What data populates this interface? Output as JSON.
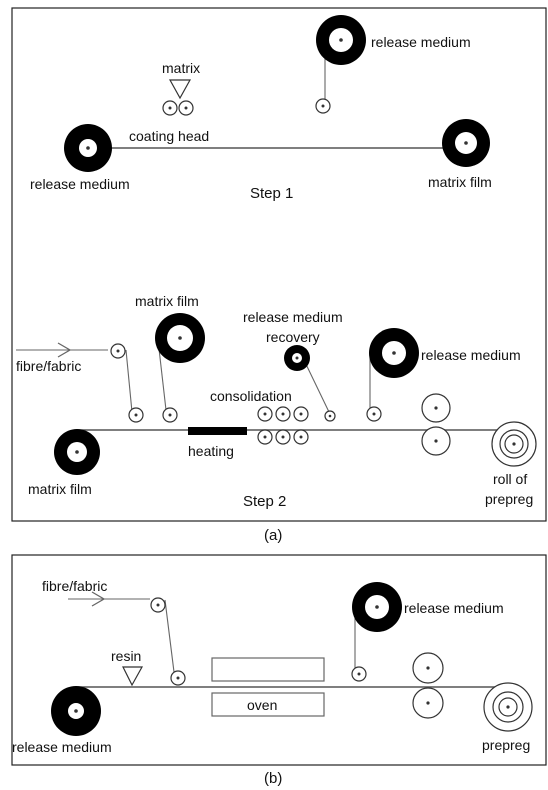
{
  "panel_a": {
    "step1": {
      "matrix": "matrix",
      "coating_head": "coating head",
      "release_medium_top": "release medium",
      "release_medium_bottom": "release medium",
      "matrix_film": "matrix film",
      "step_label": "Step 1"
    },
    "step2": {
      "fibre_fabric": "fibre/fabric",
      "matrix_film_top": "matrix film",
      "release_medium_recovery_1": "release medium",
      "release_medium_recovery_2": "recovery",
      "release_medium": "release medium",
      "consolidation": "consolidation",
      "heating": "heating",
      "matrix_film_bottom": "matrix film",
      "roll_of_1": "roll of",
      "roll_of_2": "prepreg",
      "step_label": "Step 2"
    },
    "caption": "(a)"
  },
  "panel_b": {
    "fibre_fabric": "fibre/fabric",
    "resin": "resin",
    "release_medium_top": "release medium",
    "oven": "oven",
    "release_medium_bottom": "release medium",
    "prepreg": "prepreg",
    "caption": "(b)"
  }
}
